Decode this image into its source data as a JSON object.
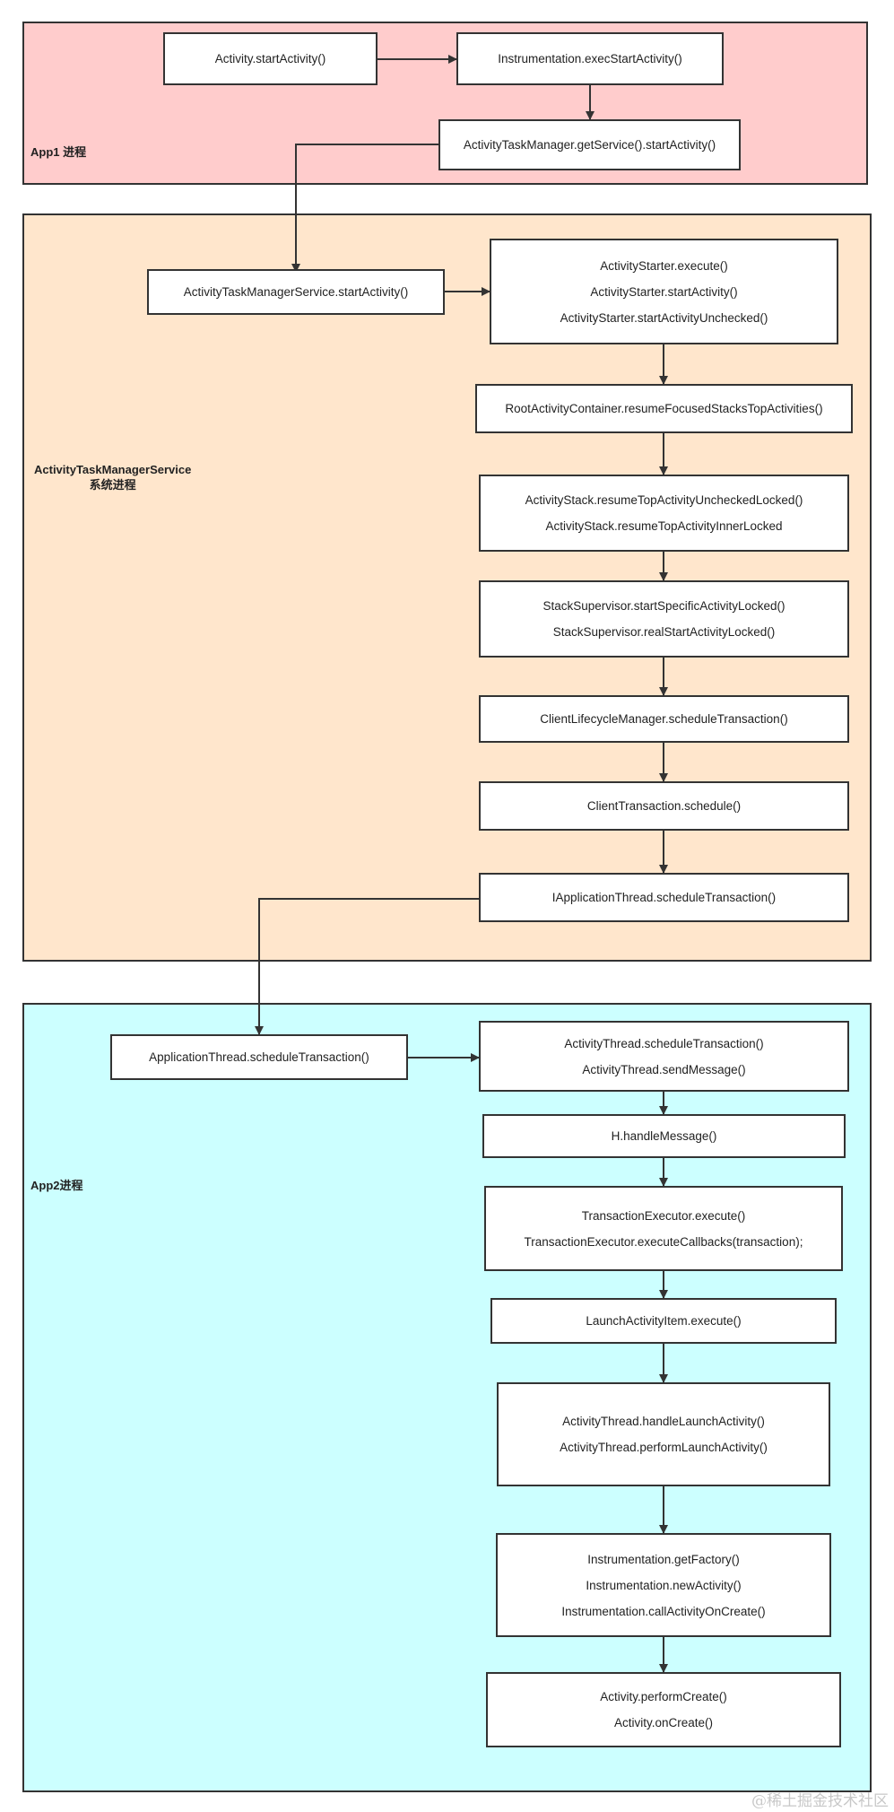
{
  "colors": {
    "app1": "#ffcccc",
    "ams": "#ffe6cc",
    "app2": "#ccffff",
    "stroke": "#333333"
  },
  "regions": {
    "app1": {
      "label": [
        "App1 进程"
      ]
    },
    "ams": {
      "label": [
        "ActivityTaskManagerService",
        "系统进程"
      ]
    },
    "app2": {
      "label": [
        "App2进程"
      ]
    }
  },
  "nodes": {
    "activity_start": [
      "Activity.startActivity()"
    ],
    "instr_exec": [
      "Instrumentation.execStartActivity()"
    ],
    "atm_get": [
      "ActivityTaskManager.getService().startActivity()"
    ],
    "atms_start": [
      "ActivityTaskManagerService.startActivity()"
    ],
    "starter": [
      "ActivityStarter.execute()",
      "ActivityStarter.startActivity()",
      "ActivityStarter.startActivityUnchecked()"
    ],
    "root_container": [
      "RootActivityContainer.resumeFocusedStacksTopActivities()"
    ],
    "activity_stack": [
      "ActivityStack.resumeTopActivityUncheckedLocked()",
      "ActivityStack.resumeTopActivityInnerLocked"
    ],
    "stack_supervisor": [
      "StackSupervisor.startSpecificActivityLocked()",
      "StackSupervisor.realStartActivityLocked()"
    ],
    "lifecycle_mgr": [
      "ClientLifecycleManager.scheduleTransaction()"
    ],
    "client_tx": [
      "ClientTransaction.schedule()"
    ],
    "iapp_thread": [
      "IApplicationThread.scheduleTransaction()"
    ],
    "app_thread": [
      "ApplicationThread.scheduleTransaction()"
    ],
    "activity_thread": [
      "ActivityThread.scheduleTransaction()",
      "ActivityThread.sendMessage()"
    ],
    "handler": [
      "H.handleMessage()"
    ],
    "tx_executor": [
      "TransactionExecutor.execute()",
      "TransactionExecutor.executeCallbacks(transaction);"
    ],
    "launch_item": [
      "LaunchActivityItem.execute()"
    ],
    "handle_launch": [
      "ActivityThread.handleLaunchActivity()",
      "ActivityThread.performLaunchActivity()"
    ],
    "instr_factory": [
      "Instrumentation.getFactory()",
      "Instrumentation.newActivity()",
      "Instrumentation.callActivityOnCreate()"
    ],
    "activity_create": [
      "Activity.performCreate()",
      "Activity.onCreate()"
    ]
  },
  "watermark": "@稀土掘金技术社区"
}
